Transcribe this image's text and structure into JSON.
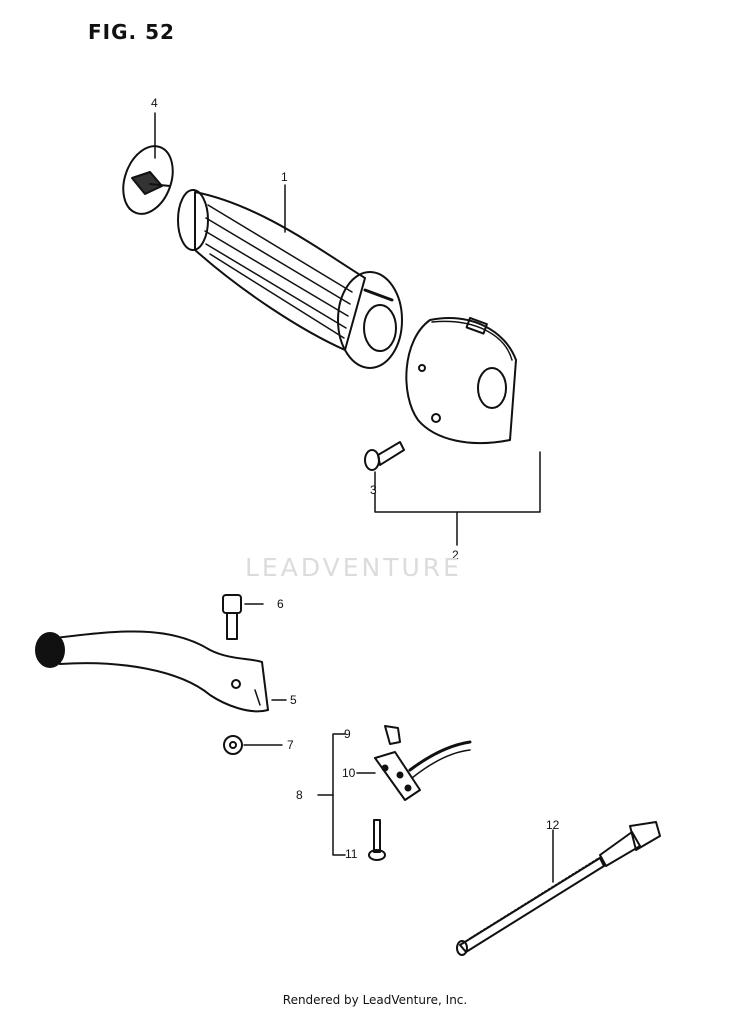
{
  "figure": {
    "title": "FIG. 52"
  },
  "watermark": {
    "text": "LEADVENTURE"
  },
  "footer": {
    "text": "Rendered by LeadVenture, Inc."
  },
  "callouts": {
    "grip": "1",
    "switch_assembly": "2",
    "screw": "3",
    "cap": "4",
    "lever": "5",
    "lever_bolt": "6",
    "lever_nut": "7",
    "switch_set": "8",
    "clip": "9",
    "switch": "10",
    "switch_screw": "11",
    "strap": "12"
  }
}
